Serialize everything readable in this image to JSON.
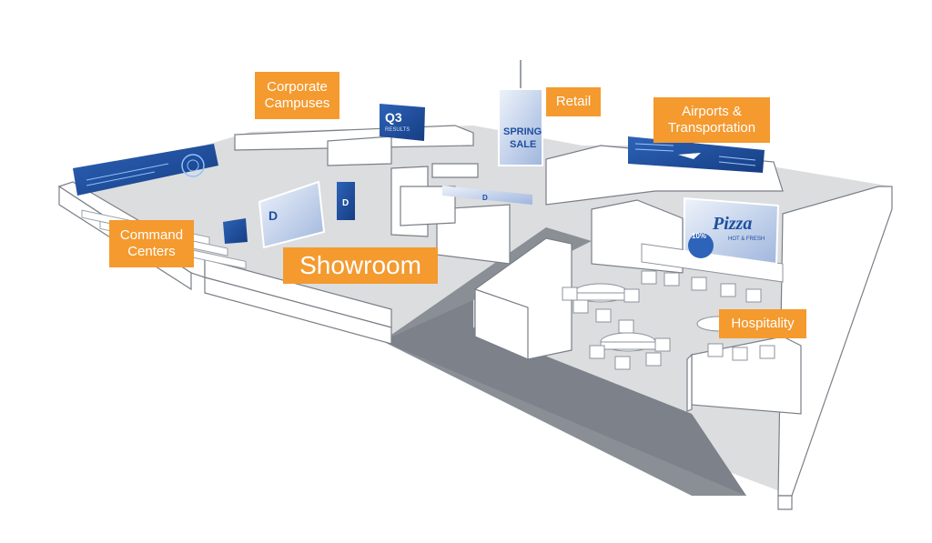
{
  "labels": {
    "corporate": {
      "line1": "Corporate",
      "line2": "Campuses"
    },
    "retail": "Retail",
    "airports": {
      "line1": "Airports &",
      "line2": "Transportation"
    },
    "command": {
      "line1": "Command",
      "line2": "Centers"
    },
    "showroom": "Showroom",
    "hospitality": "Hospitality"
  },
  "screens": {
    "q3": {
      "title": "Q3",
      "subtitle": "RESULTS"
    },
    "spring": {
      "line1": "SPRING",
      "line2": "SALE"
    },
    "pizza": {
      "title": "Pizza",
      "tag": "HOT & FRESH",
      "badge": "10%"
    },
    "logo": "D"
  },
  "colors": {
    "accent": "#f49a2f",
    "screen": "#1f4fa0",
    "wall": "#ffffff",
    "floor": "#d9dadc",
    "aisle": "#8a8f96"
  }
}
